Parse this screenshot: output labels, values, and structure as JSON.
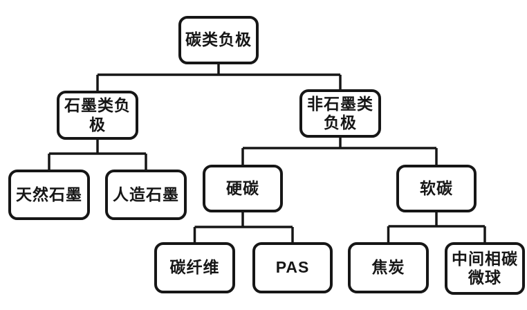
{
  "diagram": {
    "type": "tree",
    "orientation": "top-down",
    "colors": {
      "background": "#ffffff",
      "box_border": "#161616",
      "box_fill": "#ffffff",
      "line": "#161616",
      "text": "#161616"
    },
    "nodes": {
      "carbon_anode": {
        "label": "碳类负极"
      },
      "graphite_anode": {
        "label": "石墨类负极"
      },
      "non_graphite_anode": {
        "label": "非石墨类负极"
      },
      "natural_graphite": {
        "label": "天然石墨"
      },
      "artificial_graphite": {
        "label": "人造石墨"
      },
      "hard_carbon": {
        "label": "硬碳"
      },
      "soft_carbon": {
        "label": "软碳"
      },
      "carbon_fiber": {
        "label": "碳纤维"
      },
      "pas": {
        "label": "PAS"
      },
      "coke": {
        "label": "焦炭"
      },
      "mesocarbon_microbeads": {
        "label": "中间相碳微球"
      }
    },
    "edges": [
      [
        "carbon_anode",
        "graphite_anode"
      ],
      [
        "carbon_anode",
        "non_graphite_anode"
      ],
      [
        "graphite_anode",
        "natural_graphite"
      ],
      [
        "graphite_anode",
        "artificial_graphite"
      ],
      [
        "non_graphite_anode",
        "hard_carbon"
      ],
      [
        "non_graphite_anode",
        "soft_carbon"
      ],
      [
        "hard_carbon",
        "carbon_fiber"
      ],
      [
        "hard_carbon",
        "pas"
      ],
      [
        "soft_carbon",
        "coke"
      ],
      [
        "soft_carbon",
        "mesocarbon_microbeads"
      ]
    ]
  }
}
